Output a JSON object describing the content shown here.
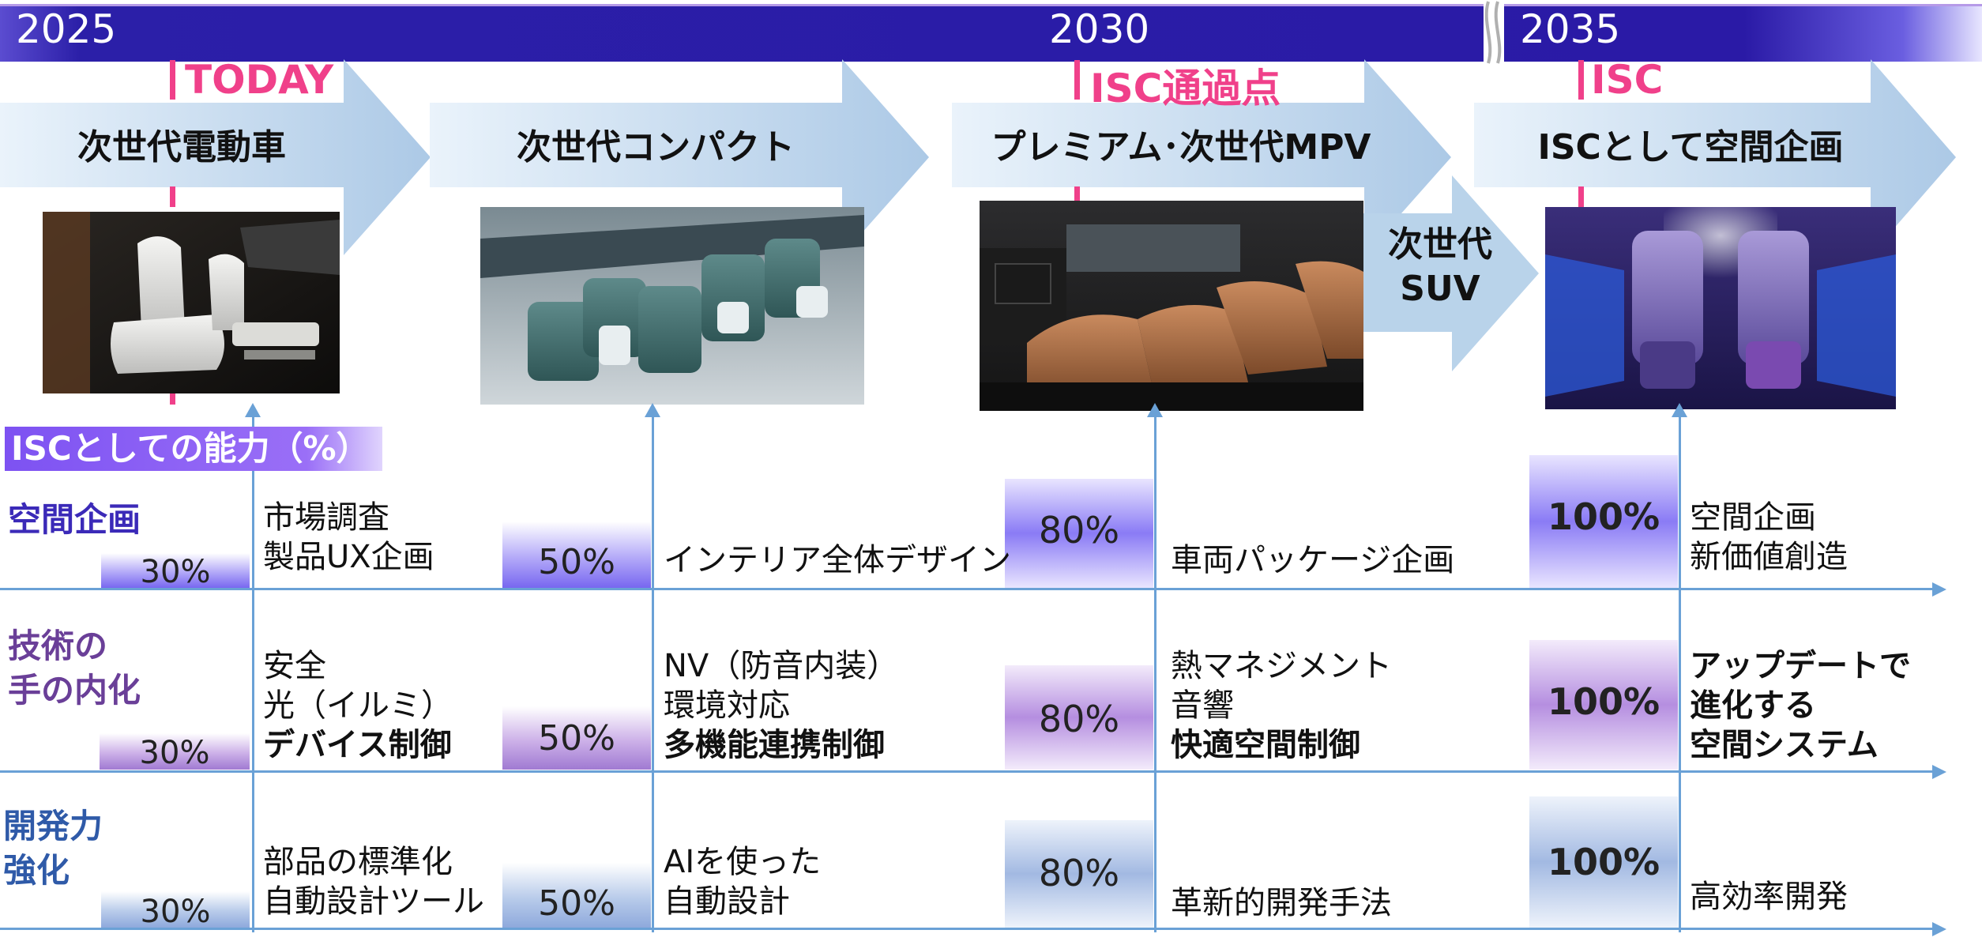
{
  "timeline": {
    "years": [
      "2025",
      "2030",
      "2035"
    ]
  },
  "markers": {
    "today": "TODAY",
    "isc_milestone": "ISC通過点",
    "isc": "ISC"
  },
  "phases": [
    {
      "label": "次世代電動車"
    },
    {
      "label": "次世代コンパクト"
    },
    {
      "label": "プレミアム･次世代MPV"
    },
    {
      "label": "ISCとして空間企画"
    }
  ],
  "suv_arrow": {
    "line1": "次世代",
    "line2": "SUV"
  },
  "section_title": "ISCとしての能力（%）",
  "rows": [
    {
      "label_lines": [
        "空間企画"
      ],
      "color": "#3b2ab8",
      "percents": [
        "30%",
        "50%",
        "80%",
        "100%"
      ],
      "descriptions": [
        {
          "lines": [
            "市場調査",
            "製品UX企画"
          ],
          "bold_last": false
        },
        {
          "lines": [
            "インテリア全体デザイン"
          ],
          "bold_last": false
        },
        {
          "lines": [
            "車両パッケージ企画"
          ],
          "bold_last": false
        },
        {
          "lines": [
            "空間企画",
            "新価値創造"
          ],
          "bold_last": false
        }
      ]
    },
    {
      "label_lines": [
        "技術の",
        "手の内化"
      ],
      "color": "#6a3f98",
      "percents": [
        "30%",
        "50%",
        "80%",
        "100%"
      ],
      "descriptions": [
        {
          "lines": [
            "安全",
            "光（イルミ）",
            "デバイス制御"
          ],
          "bold_last": true
        },
        {
          "lines": [
            "NV（防音内装）",
            "環境対応",
            "多機能連携制御"
          ],
          "bold_last": true
        },
        {
          "lines": [
            "熱マネジメント",
            "音響",
            "快適空間制御"
          ],
          "bold_last": true
        },
        {
          "lines": [
            "アップデートで",
            "進化する",
            "空間システム"
          ],
          "bold_all": true
        }
      ]
    },
    {
      "label_lines": [
        "開発力",
        "強化"
      ],
      "color": "#2f5aa8",
      "percents": [
        "30%",
        "50%",
        "80%",
        "100%"
      ],
      "descriptions": [
        {
          "lines": [
            "部品の標準化",
            "自動設計ツール"
          ],
          "bold_last": false
        },
        {
          "lines": [
            "AIを使った",
            "自動設計"
          ],
          "bold_last": false
        },
        {
          "lines": [
            "革新的開発手法"
          ],
          "bold_last": false
        },
        {
          "lines": [
            "高効率開発"
          ],
          "bold_last": false
        }
      ]
    }
  ],
  "colors": {
    "timeline": "#2a1aa6",
    "marker": "#f0408a",
    "axis": "#6aa1d6",
    "arrow": "#b9d3ea"
  }
}
